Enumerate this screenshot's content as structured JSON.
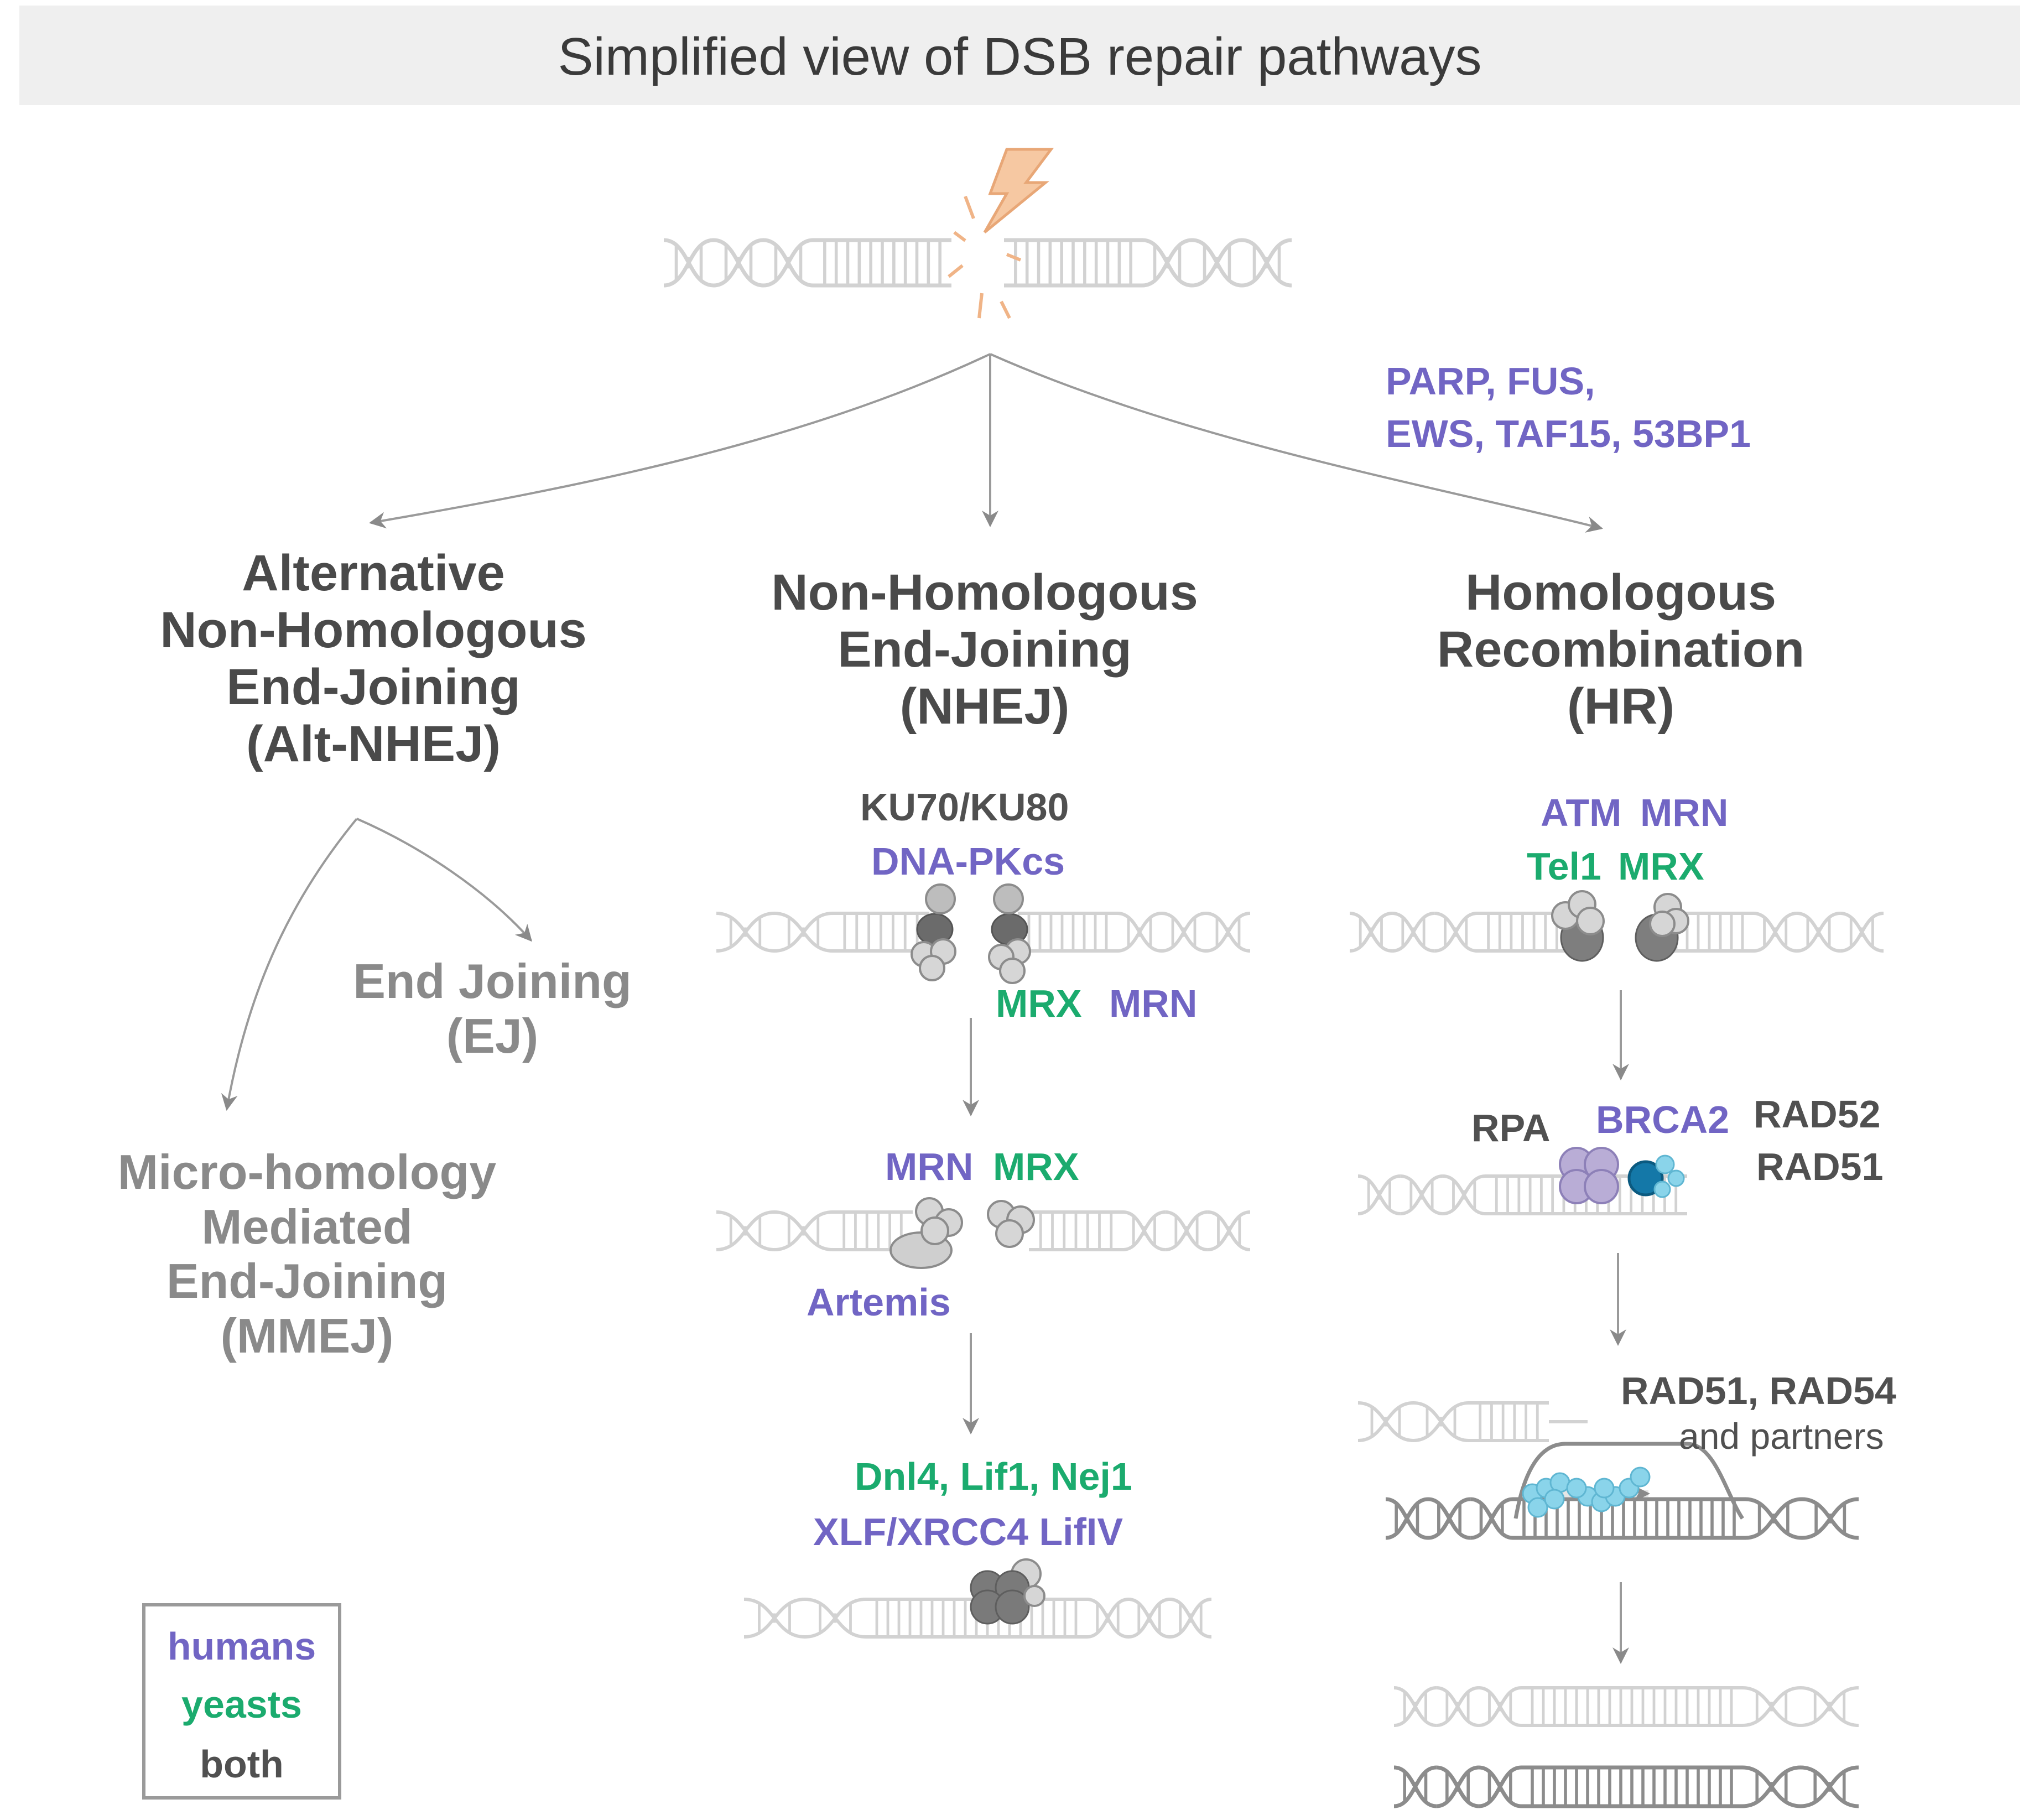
{
  "title": "Simplified view of DSB repair pathways",
  "colors": {
    "humans": "#7165c4",
    "yeasts": "#1bab6e",
    "both": "#505050",
    "dna": "#d2d2d2",
    "dna_dark": "#8c8c8c",
    "lightning": "#f0b487",
    "rad51": "#71cde6",
    "brca2": "#1478a8",
    "rpa": "#b9add6"
  },
  "pathways": {
    "alt_nhej": {
      "title_lines": [
        "Alternative",
        "Non-Homologous",
        "End-Joining",
        "(Alt-NHEJ)"
      ],
      "end_joining": [
        "End Joining",
        "(EJ)"
      ],
      "mmej": [
        "Micro-homology",
        "Mediated",
        "End-Joining",
        "(MMEJ)"
      ]
    },
    "nhej": {
      "title_lines": [
        "Non-Homologous",
        "End-Joining",
        "(NHEJ)"
      ],
      "ku": "KU70/KU80",
      "dnapkcs": "DNA-PKcs",
      "mrx": "MRX",
      "mrn": "MRN",
      "artemis": "Artemis",
      "ligation_yeast": "Dnl4, Lif1, Nej1",
      "ligation_human": "XLF/XRCC4 LifIV"
    },
    "hr": {
      "title_lines": [
        "Homologous",
        "Recombination",
        "(HR)"
      ],
      "regulators_line1": "PARP, FUS,",
      "regulators_line2": "EWS, TAF15, 53BP1",
      "atm": "ATM",
      "mrn": "MRN",
      "tel1": "Tel1",
      "mrx": "MRX",
      "rpa": "RPA",
      "brca2": "BRCA2",
      "rad52": "RAD52",
      "rad51": "RAD51",
      "rad51_rad54": "RAD51, RAD54",
      "partners": "and partners"
    }
  },
  "legend": {
    "humans": "humans",
    "yeasts": "yeasts",
    "both": "both"
  },
  "icons": [
    "lightning-icon",
    "dna-helix-icon",
    "protein-complex-icon",
    "arrow-icon"
  ]
}
